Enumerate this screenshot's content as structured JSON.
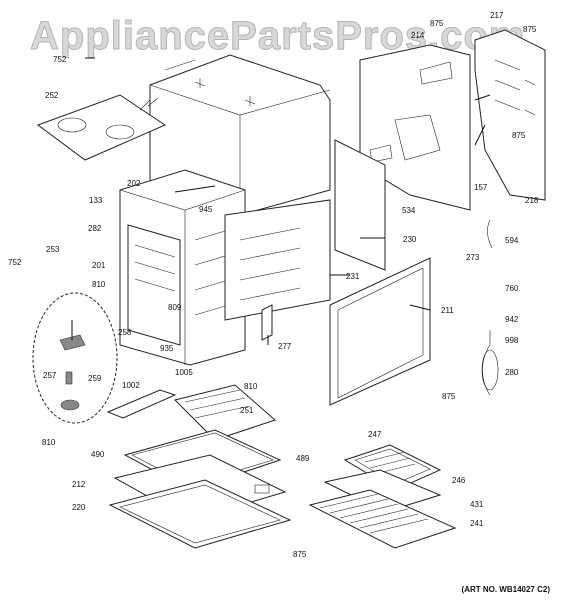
{
  "watermark": "AppliancePartsPros.com",
  "art_number": "(ART NO. WB14027 C2)",
  "callouts": {
    "c875a": "875",
    "c214": "214",
    "c217": "217",
    "c875b": "875",
    "c752a": "752",
    "c252": "252",
    "c875c": "875",
    "c157": "157",
    "c218": "218",
    "c534": "534",
    "c202": "202",
    "c133": "133",
    "c945": "945",
    "c282": "282",
    "c253": "253",
    "c752b": "752",
    "c201": "201",
    "c810a": "810",
    "c230": "230",
    "c594": "594",
    "c273": "273",
    "c760": "760",
    "c231": "231",
    "c809": "809",
    "c211": "211",
    "c942": "942",
    "c998": "998",
    "c258": "258",
    "c935": "935",
    "c277": "277",
    "c280": "280",
    "c257": "257",
    "c259": "259",
    "c1005": "1005",
    "c810b": "810",
    "c875d": "875",
    "c1002": "1002",
    "c251": "251",
    "c810c": "810",
    "c490": "490",
    "c489": "489",
    "c247": "247",
    "c212": "212",
    "c246": "246",
    "c431": "431",
    "c220": "220",
    "c241": "241",
    "c875e": "875"
  }
}
